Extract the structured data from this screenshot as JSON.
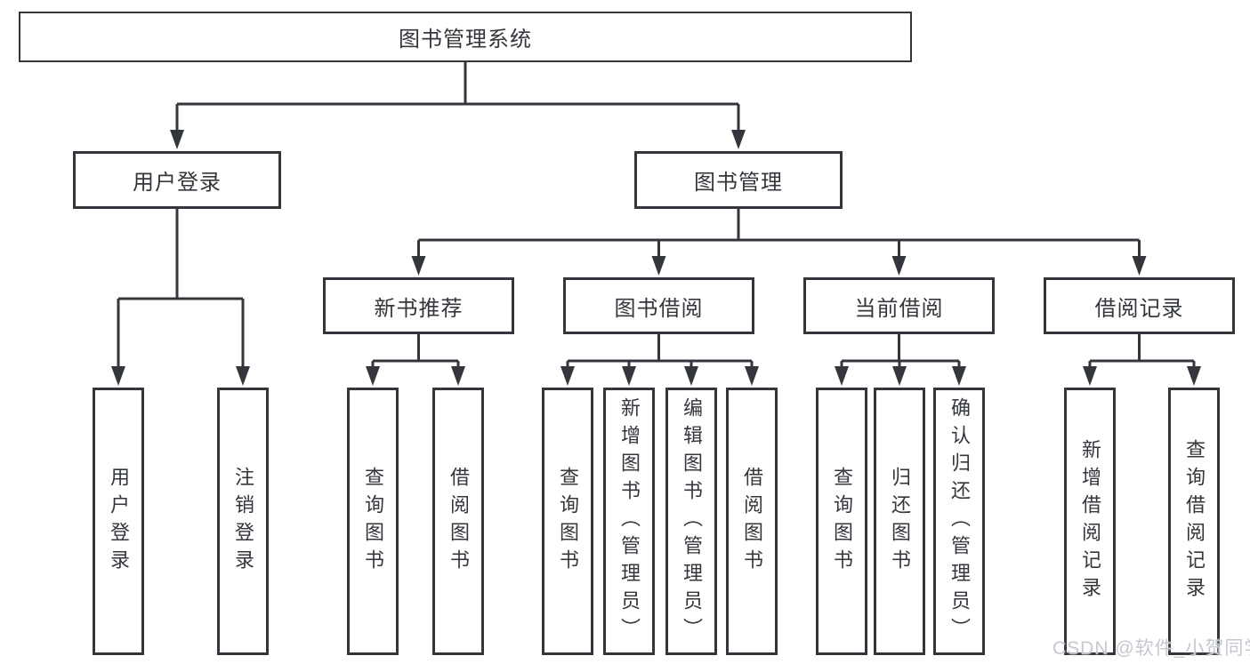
{
  "watermark": "CSDN @软件_小贺同学",
  "colors": {
    "line": "#33373c",
    "box_border": "#33373c",
    "box_background": "#ffffff",
    "text": "#33373c",
    "watermark_text": "#c5c9cf"
  },
  "tree": {
    "root": "图书管理系统",
    "level2": [
      "用户登录",
      "图书管理"
    ],
    "level3": [
      "新书推荐",
      "图书借阅",
      "当前借阅",
      "借阅记录"
    ],
    "leaves": {
      "user_login": [
        "用户登录",
        "注销登录"
      ],
      "new_books": [
        "查询图书",
        "借阅图书"
      ],
      "book_borrowing": [
        "查询图书",
        "新增图书（管理员）",
        "编辑图书（管理员）",
        "借阅图书"
      ],
      "current_borrowing": [
        "查询图书",
        "归还图书",
        "确认归还（管理员）"
      ],
      "borrowing_records": [
        "新增借阅记录",
        "查询借阅记录"
      ]
    }
  }
}
